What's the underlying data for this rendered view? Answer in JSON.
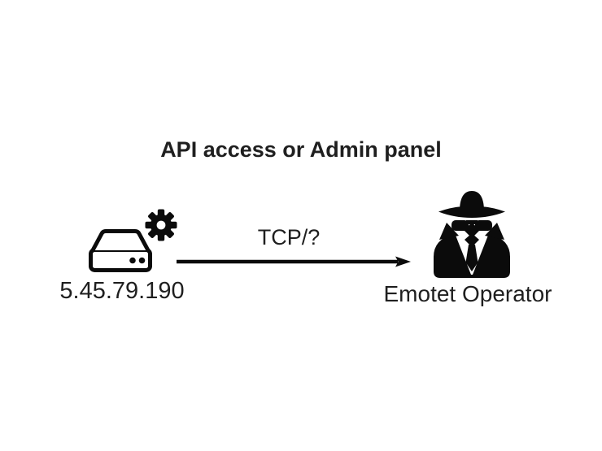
{
  "page": {
    "background_color": "#ffffff",
    "text_color": "#1f1f1f",
    "icon_color": "#0b0b0b"
  },
  "diagram": {
    "title": "API access or Admin panel",
    "nodes": [
      {
        "id": "c2-server",
        "label": "5.45.79.190",
        "icon": "server-gear-icon"
      },
      {
        "id": "operator",
        "label": "Emotet Operator",
        "icon": "spy-icon"
      }
    ],
    "edge": {
      "label": "TCP/?",
      "from": "5.45.79.190",
      "to": "Emotet Operator",
      "direction": "right"
    }
  }
}
